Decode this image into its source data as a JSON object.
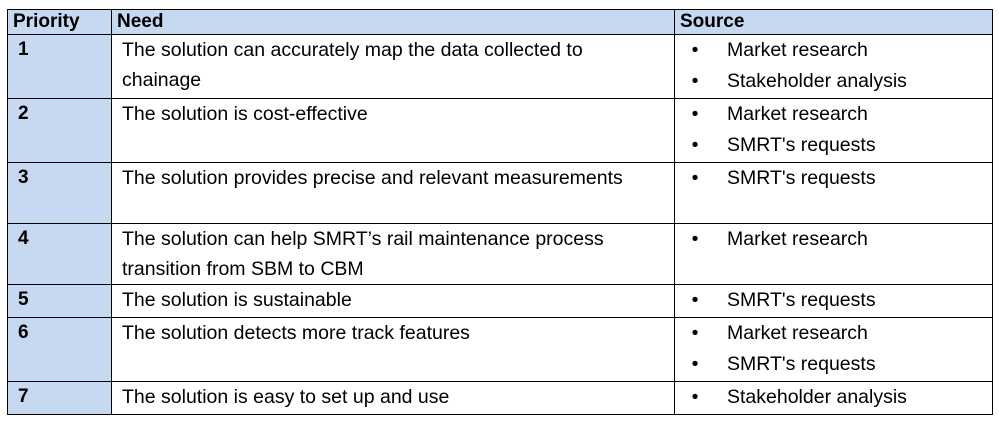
{
  "table": {
    "headers": {
      "priority": "Priority",
      "need": "Need",
      "source": "Source"
    },
    "bullet": "•",
    "rows": [
      {
        "priority": "1",
        "need": "The solution can accurately map the data collected to chainage",
        "sources": [
          "Market research",
          "Stakeholder analysis"
        ]
      },
      {
        "priority": "2",
        "need": "The solution is cost-effective",
        "sources": [
          "Market research",
          "SMRT's requests"
        ]
      },
      {
        "priority": "3",
        "need": "The solution provides precise and relevant measurements",
        "sources": [
          "SMRT's requests"
        ]
      },
      {
        "priority": "4",
        "need": "The solution can help SMRT’s rail maintenance process transition from SBM to CBM",
        "sources": [
          "Market research"
        ]
      },
      {
        "priority": "5",
        "need": "The solution is sustainable",
        "sources": [
          "SMRT's requests"
        ]
      },
      {
        "priority": "6",
        "need": "The solution detects more track features",
        "sources": [
          "Market research",
          "SMRT's requests"
        ]
      },
      {
        "priority": "7",
        "need": "The solution is easy to set up and use",
        "sources": [
          "Stakeholder analysis"
        ]
      }
    ]
  }
}
